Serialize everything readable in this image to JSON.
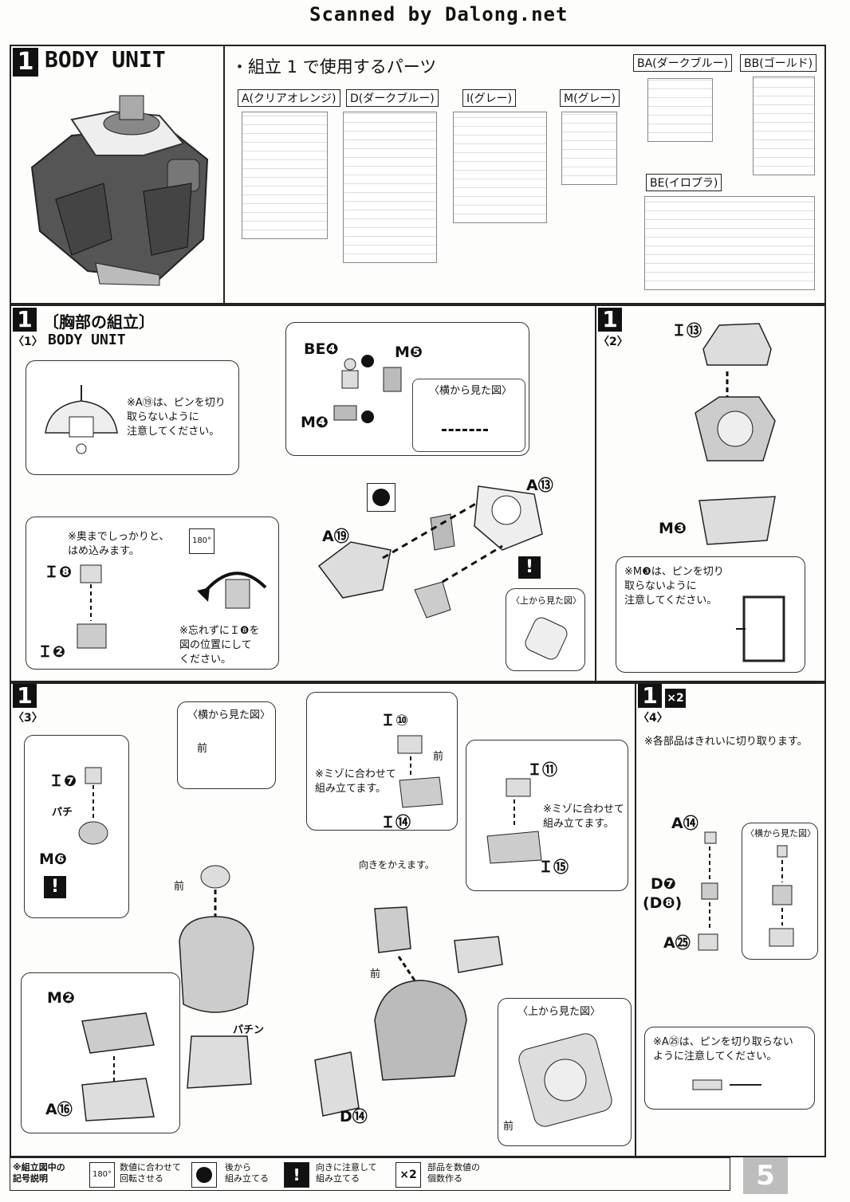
{
  "header": {
    "scan_credit": "Scanned by Dalong.net"
  },
  "section1": {
    "step": "1",
    "title": "BODY UNIT",
    "parts_heading": "・組立 1 で使用するパーツ",
    "runners": [
      {
        "code": "A",
        "label": "A(クリアオレンジ)"
      },
      {
        "code": "D",
        "label": "D(ダークブルー)"
      },
      {
        "code": "I",
        "label": "I(グレー)"
      },
      {
        "code": "M",
        "label": "M(グレー)"
      },
      {
        "code": "BA",
        "label": "BA(ダークブルー)"
      },
      {
        "code": "BB",
        "label": "BB(ゴールド)"
      },
      {
        "code": "BE",
        "label": "BE(イロプラ)"
      }
    ]
  },
  "step_1_1": {
    "num": "1",
    "sub": "〈1〉",
    "title": "〔胸部の組立〕",
    "subtitle": "BODY UNIT",
    "note_pin": "※A⑲は、ピンを切り\n取らないように\n注意してください。",
    "note_press": "※奥までしっかりと、\nはめ込みます。",
    "note_forget": "※忘れずにＩ❽を\n図の位置にして\nください。",
    "side_view": "〈横から見た図〉",
    "top_view": "〈上から見た図〉",
    "parts": {
      "be4": "BE❹",
      "m5": "M❺",
      "m4": "M❹",
      "a13": "A⑬",
      "a19": "A⑲",
      "i8": "Ｉ❽",
      "i2": "Ｉ❷"
    },
    "rot": "180°"
  },
  "step_1_2": {
    "num": "1",
    "sub": "〈2〉",
    "parts": {
      "i13": "Ｉ⑬",
      "m3": "M❸"
    },
    "note": "※M❸は、ピンを切り\n取らないように\n注意してください。"
  },
  "step_1_3": {
    "num": "1",
    "sub": "〈3〉",
    "side_view": "〈横から見た図〉",
    "front": "前",
    "click": "パチ",
    "click2": "パチン",
    "parts": {
      "i7": "Ｉ❼",
      "m6": "M❻",
      "m2": "M❷",
      "a16": "A⑯",
      "i10": "Ｉ⑩",
      "i14": "Ｉ⑭",
      "i11": "Ｉ⑪",
      "i15": "Ｉ⑮",
      "d14": "D⑭"
    },
    "note_groove1": "※ミゾに合わせて\n組み立てます。",
    "note_groove2": "※ミゾに合わせて\n組み立てます。",
    "note_turn": "向きをかえます。",
    "top_view": "〈上から見た図〉"
  },
  "step_1_4": {
    "num": "1",
    "sub": "〈4〉",
    "mult": "×2",
    "note_cut": "※各部品はきれいに切り取ります。",
    "side_view": "〈横から見た図〉",
    "parts": {
      "a14": "A⑭",
      "d7": "D❼",
      "d8": "(D❽)",
      "a25": "A㉕"
    },
    "note_pin": "※A㉕は、ピンを切り取らない\nように注意してください。"
  },
  "legend": {
    "title": "※組立図中の\n記号説明",
    "items": [
      {
        "icon": "180°",
        "text": "数値に合わせて\n回転させる"
      },
      {
        "icon": "",
        "text": "後から\n組み立てる"
      },
      {
        "icon": "!",
        "text": "向きに注意して\n組み立てる"
      },
      {
        "icon": "×2",
        "text": "部品を数値の\n個数作る"
      }
    ]
  },
  "page_number": "5"
}
